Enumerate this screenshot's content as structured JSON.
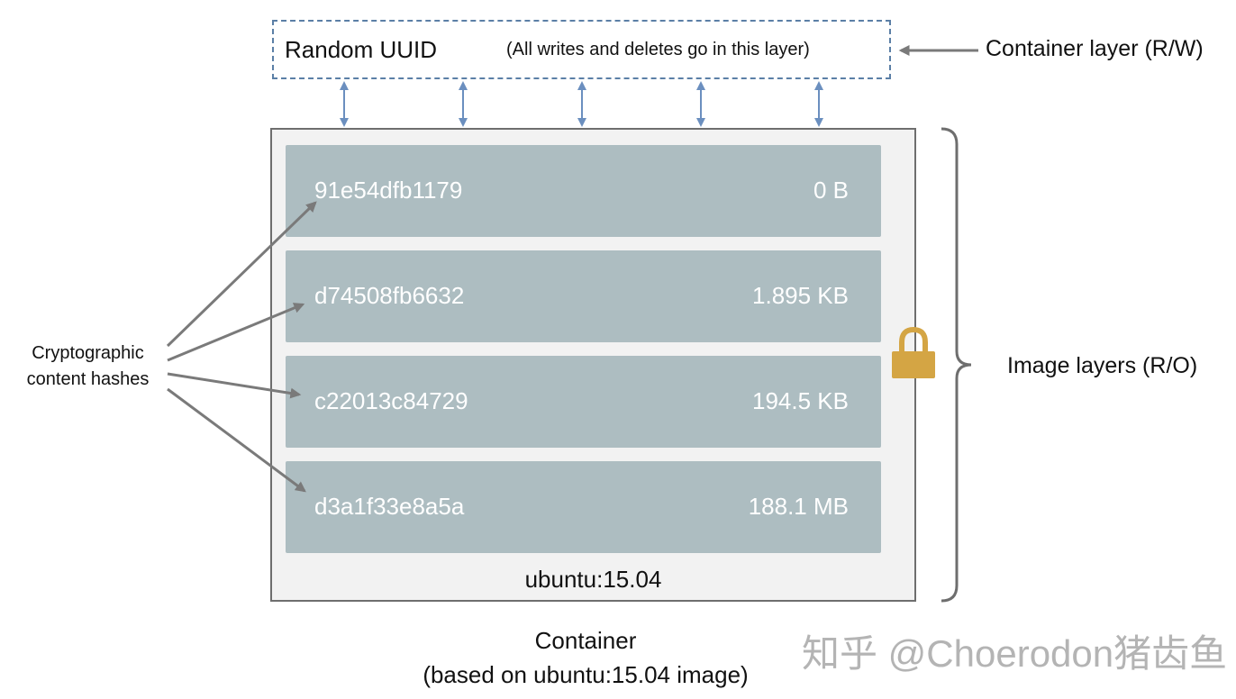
{
  "container_layer": {
    "uuid_label": "Random UUID",
    "writes_note": "(All writes and deletes go in this layer)",
    "side_label": "Container layer (R/W)"
  },
  "image": {
    "layers": [
      {
        "hash": "91e54dfb1179",
        "size": "0 B"
      },
      {
        "hash": "d74508fb6632",
        "size": "1.895 KB"
      },
      {
        "hash": "c22013c84729",
        "size": "194.5 KB"
      },
      {
        "hash": "d3a1f33e8a5a",
        "size": "188.1 MB"
      }
    ],
    "image_name": "ubuntu:15.04",
    "side_label": "Image layers (R/O)",
    "lock_icon": "padlock-icon"
  },
  "hashes_label": {
    "line1": "Cryptographic",
    "line2": "content hashes"
  },
  "caption": {
    "line1": "Container",
    "line2": "(based on ubuntu:15.04 image)"
  },
  "watermark": "知乎 @Choerodon猪齿鱼",
  "colors": {
    "layer_fill": "#adbdc1",
    "dashed_border": "#5b7fa6",
    "arrow_blue": "#6b8fbf",
    "arrow_gray": "#7a7a7a",
    "lock_gold": "#d4a544"
  }
}
